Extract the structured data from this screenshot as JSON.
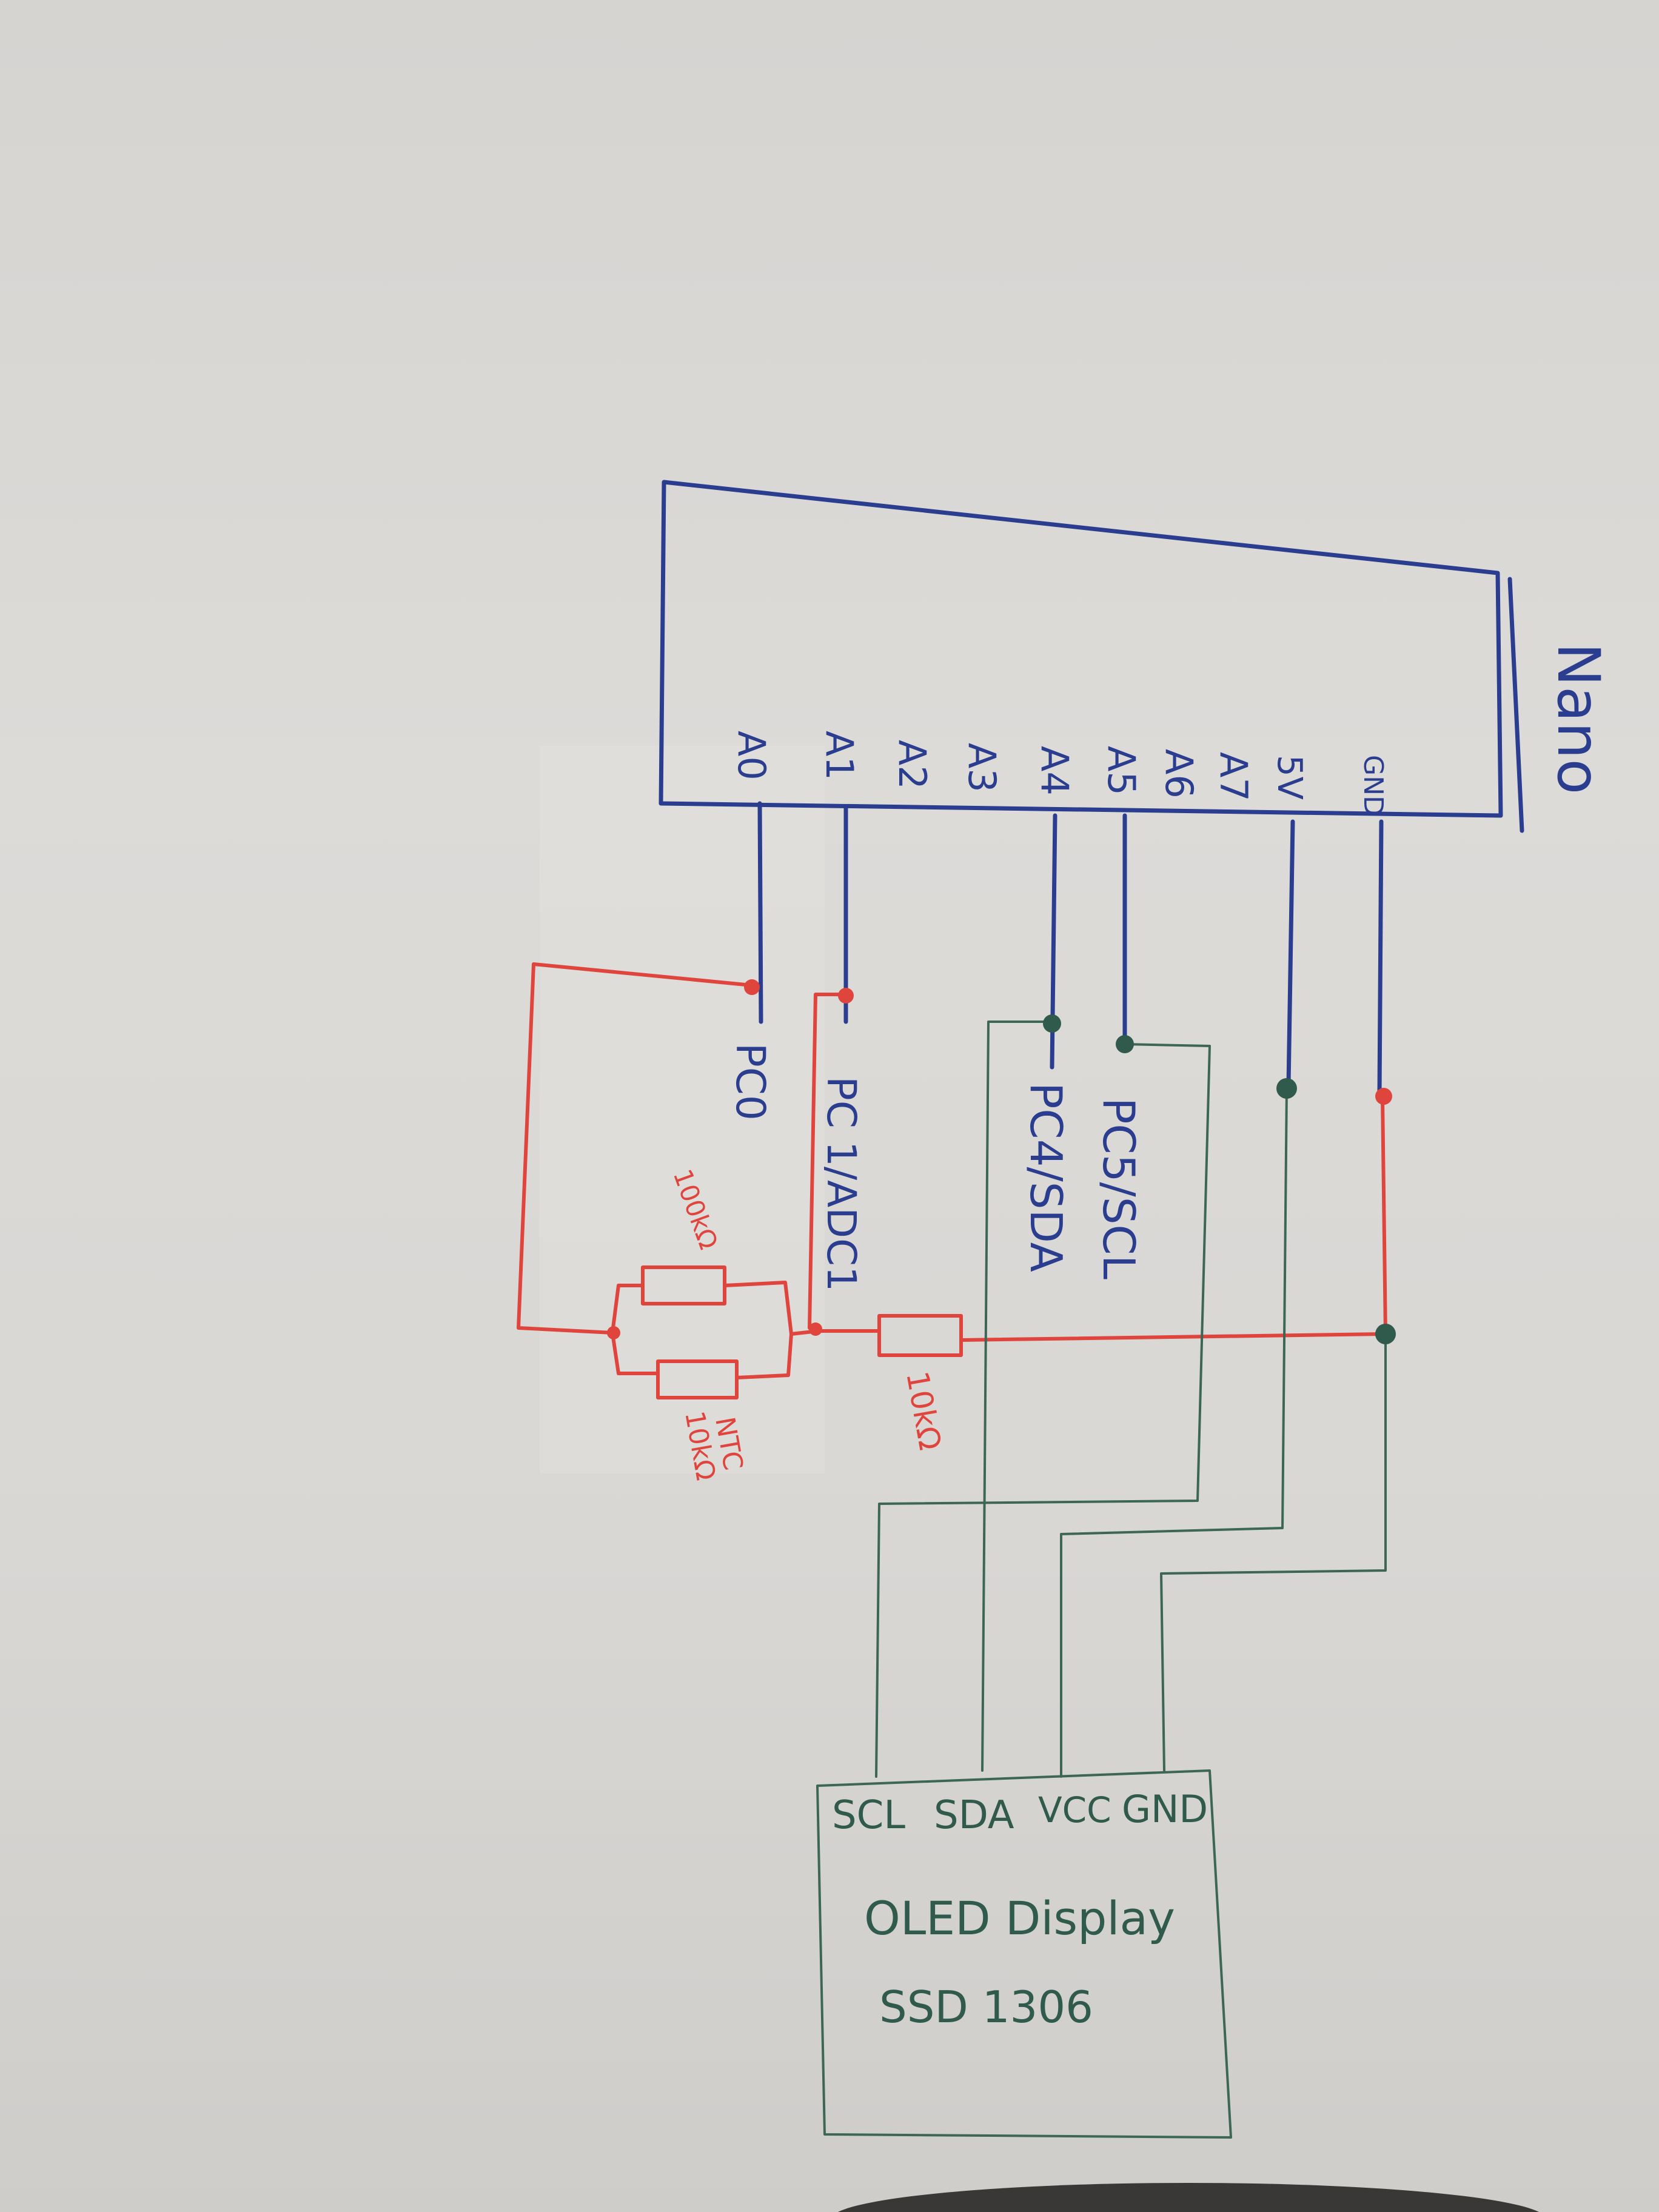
{
  "nano": {
    "title": "Nano",
    "pins": [
      "A0",
      "A1",
      "A2",
      "A3",
      "A4",
      "A5",
      "A6",
      "A7",
      "5V",
      "GND"
    ]
  },
  "port_labels": {
    "a0": "PC0",
    "a1": "PC 1/ADC1",
    "a4": "PC4/SDA",
    "a5": "PC5/SCL"
  },
  "components": {
    "r_parallel": "100kΩ",
    "ntc_label": "NTC",
    "ntc_value": "10kΩ",
    "r_divider": "10kΩ"
  },
  "oled": {
    "pins": [
      "SCL",
      "SDA",
      "VCC",
      "GND"
    ],
    "title": "OLED Display",
    "model": "SSD 1306"
  },
  "colors": {
    "nano_ink": "#2a3d8f",
    "sensor_ink": "#e0453d",
    "oled_ink": "#2f5a4c",
    "paper": "#dad8d5"
  }
}
